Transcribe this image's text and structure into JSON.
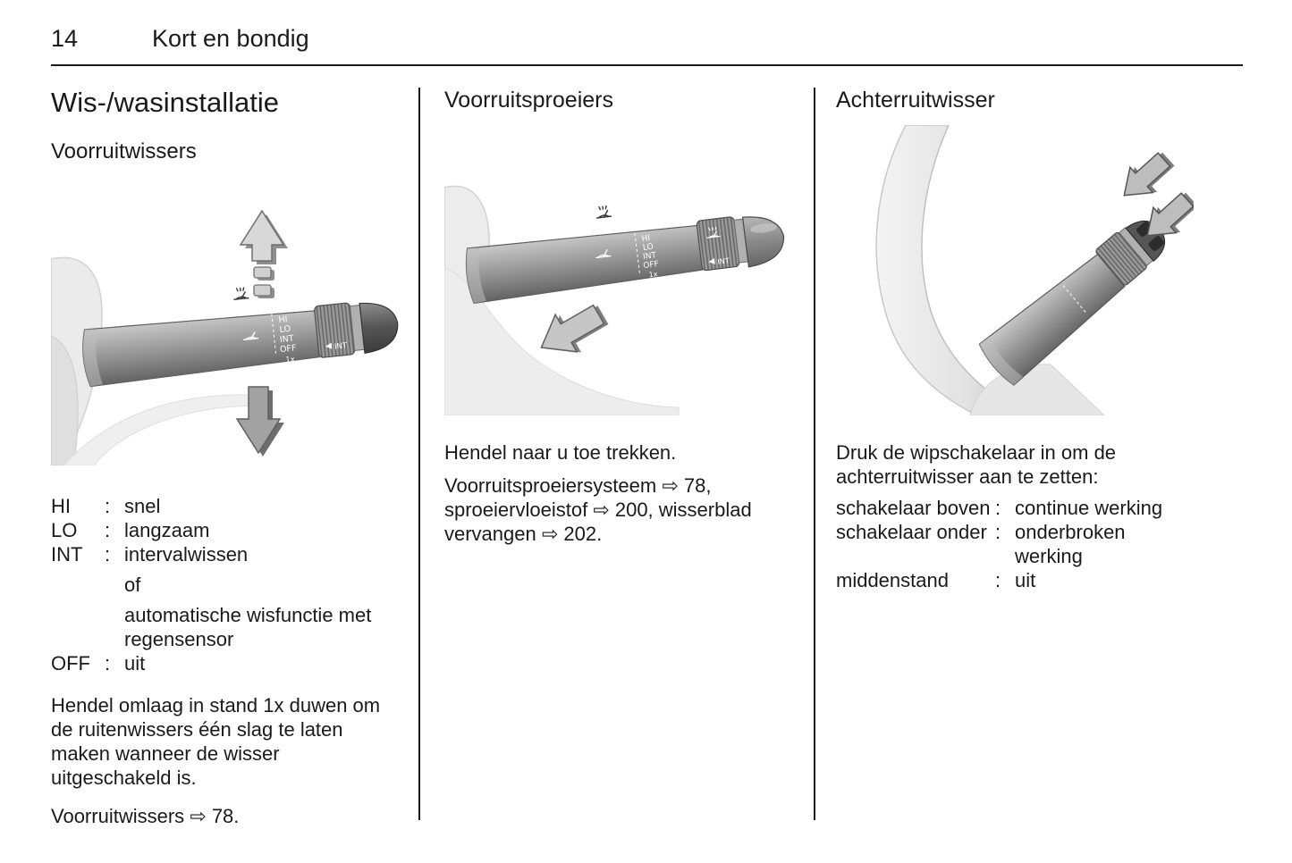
{
  "page": {
    "number": "14",
    "chapter": "Kort en bondig"
  },
  "left": {
    "title": "Wis-/wasinstallatie",
    "subtitle": "Voorruitwissers",
    "stalk_labels": {
      "hi": "HI",
      "lo": "LO",
      "int": "INT",
      "off": "OFF",
      "once": "1x",
      "int2": "INT"
    },
    "modes": [
      {
        "term": "HI",
        "sep": ":",
        "desc": "snel"
      },
      {
        "term": "LO",
        "sep": ":",
        "desc": "langzaam"
      },
      {
        "term": "INT",
        "sep": ":",
        "desc": "intervalwissen"
      },
      {
        "term": "",
        "sep": "",
        "desc": "of"
      },
      {
        "term": "",
        "sep": "",
        "desc": "automatische wisfunctie met regensensor"
      },
      {
        "term": "OFF",
        "sep": ":",
        "desc": "uit"
      }
    ],
    "paragraph": "Hendel omlaag in stand 1x duwen om de ruitenwissers één slag te laten maken wanneer de wisser uitgeschakeld is.",
    "reference": "Voorruitwissers ⇨ 78."
  },
  "middle": {
    "title": "Voorruitsproeiers",
    "stalk_labels": {
      "hi": "HI",
      "lo": "LO",
      "int": "INT",
      "off": "OFF",
      "once": "1x",
      "int2": "INT"
    },
    "paragraph": "Hendel naar u toe trekken.",
    "reference": "Voorruitsproeiersysteem ⇨ 78, sproeiervloeistof ⇨ 200, wisserblad vervangen ⇨ 202."
  },
  "right": {
    "title": "Achterruitwisser",
    "paragraph": "Druk de wipschakelaar in om de achterruitwisser aan te zetten:",
    "switch_table": [
      {
        "term": "schakelaar boven",
        "sep": ":",
        "desc": "continue werking"
      },
      {
        "term": "schakelaar onder",
        "sep": ":",
        "desc": "onderbroken werking"
      },
      {
        "term": "middenstand",
        "sep": ":",
        "desc": "uit"
      }
    ]
  }
}
